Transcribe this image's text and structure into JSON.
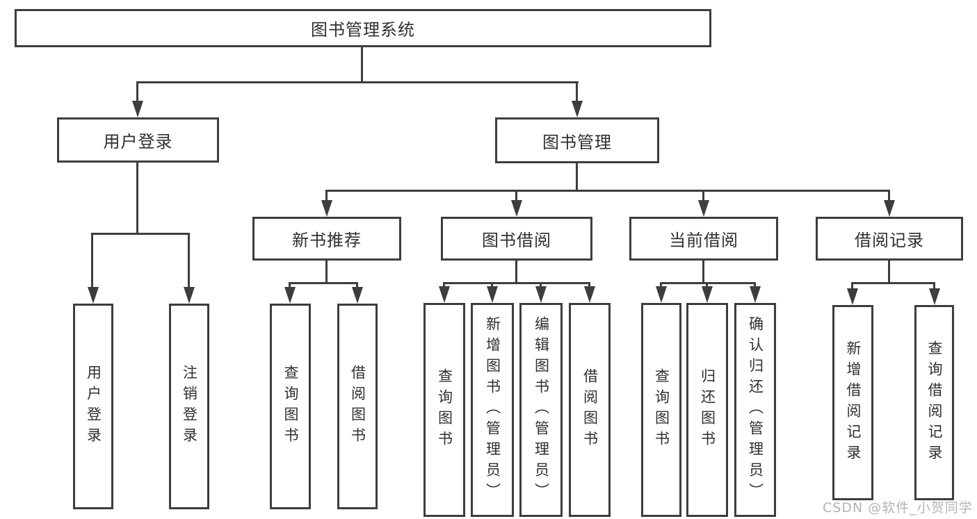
{
  "diagram": {
    "root": "图书管理系统",
    "level2": {
      "user_login": "用户登录",
      "book_management": "图书管理"
    },
    "level3": {
      "new_books": "新书推荐",
      "book_borrow": "图书借阅",
      "current_borrow": "当前借阅",
      "borrow_records": "借阅记录"
    },
    "leaves": {
      "user_login": [
        "用户登录",
        "注销登录"
      ],
      "new_books": [
        "查询图书",
        "借阅图书"
      ],
      "book_borrow": [
        "查询图书",
        "新增图书（管理员）",
        "编辑图书（管理员）",
        "借阅图书"
      ],
      "current_borrow": [
        "查询图书",
        "归还图书",
        "确认归还（管理员）"
      ],
      "borrow_records": [
        "新增借阅记录",
        "查询借阅记录"
      ]
    }
  },
  "watermark": {
    "text": "CSDN @软件_小贺同学",
    "color": "#b3b3b3"
  },
  "colors": {
    "line": "#3d3d3d",
    "text": "#2f2f2f",
    "background": "#ffffff"
  }
}
